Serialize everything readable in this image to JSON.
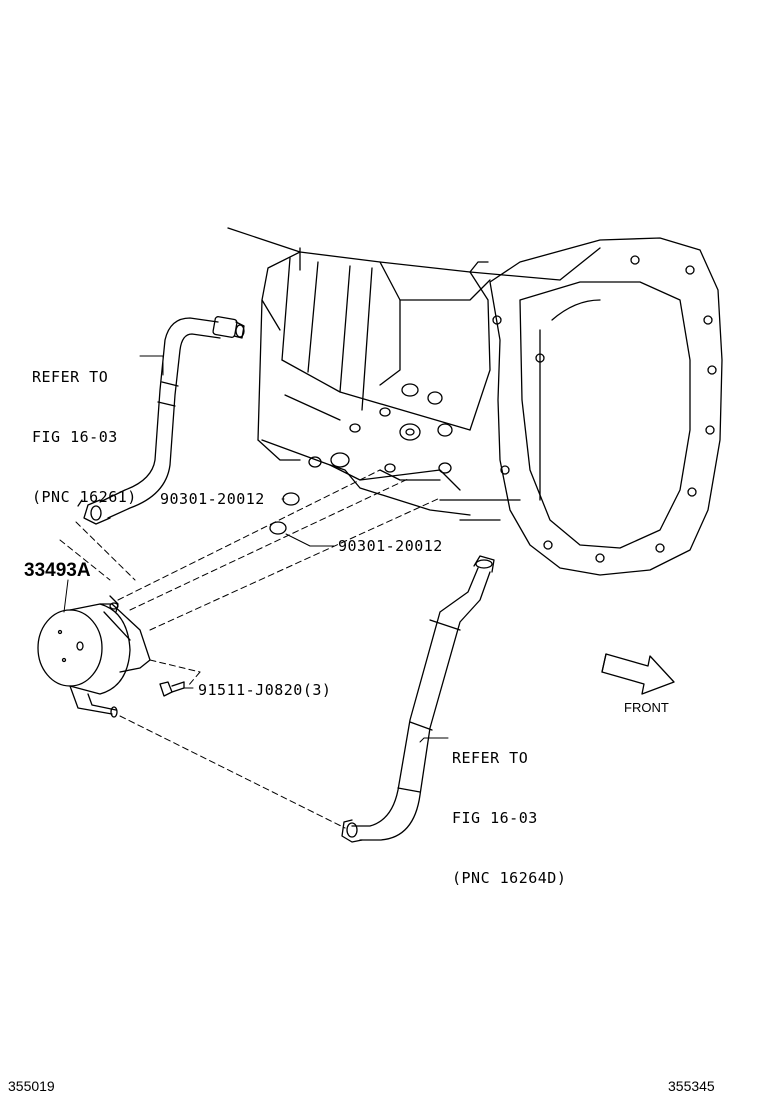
{
  "callouts": {
    "upper_ref": {
      "line1": "REFER TO",
      "line2": "FIG 16-03",
      "line3": "(PNC 16261)"
    },
    "lower_ref": {
      "line1": "REFER TO",
      "line2": "FIG 16-03",
      "line3": "(PNC 16264D)"
    },
    "oring_upper": "90301-20012",
    "oring_lower": "90301-20012",
    "cooler": "33493A",
    "bolt": "91511-J0820(3)",
    "front": "FRONT"
  },
  "footer": {
    "left_code": "355019",
    "right_code": "355345"
  }
}
